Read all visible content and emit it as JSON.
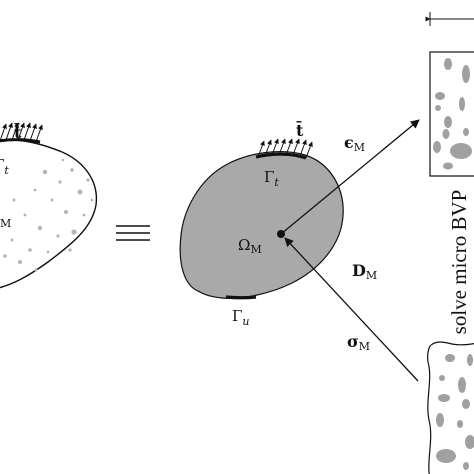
{
  "labels": {
    "traction_left": "t̄",
    "gamma_t_left": "Γ",
    "gamma_t_left_sub": "t",
    "omega_left_sub": "M",
    "traction_center": "t̄",
    "gamma_t": "Γ",
    "gamma_t_sub": "t",
    "omega": "Ω",
    "omega_sub": "M",
    "gamma_u": "Γ",
    "gamma_u_sub": "u",
    "epsilon": "ϵ",
    "epsilon_sub": "M",
    "D": "D",
    "D_sub": "M",
    "sigma": "σ",
    "sigma_sub": "M",
    "solve_text": "solve micro BVP"
  },
  "colors": {
    "domain_fill": "#a9a9a9",
    "stroke": "#111111",
    "micro_background": "#ffffff",
    "inclusion": "#a0a0a0",
    "dots": "#b4b4b4"
  }
}
